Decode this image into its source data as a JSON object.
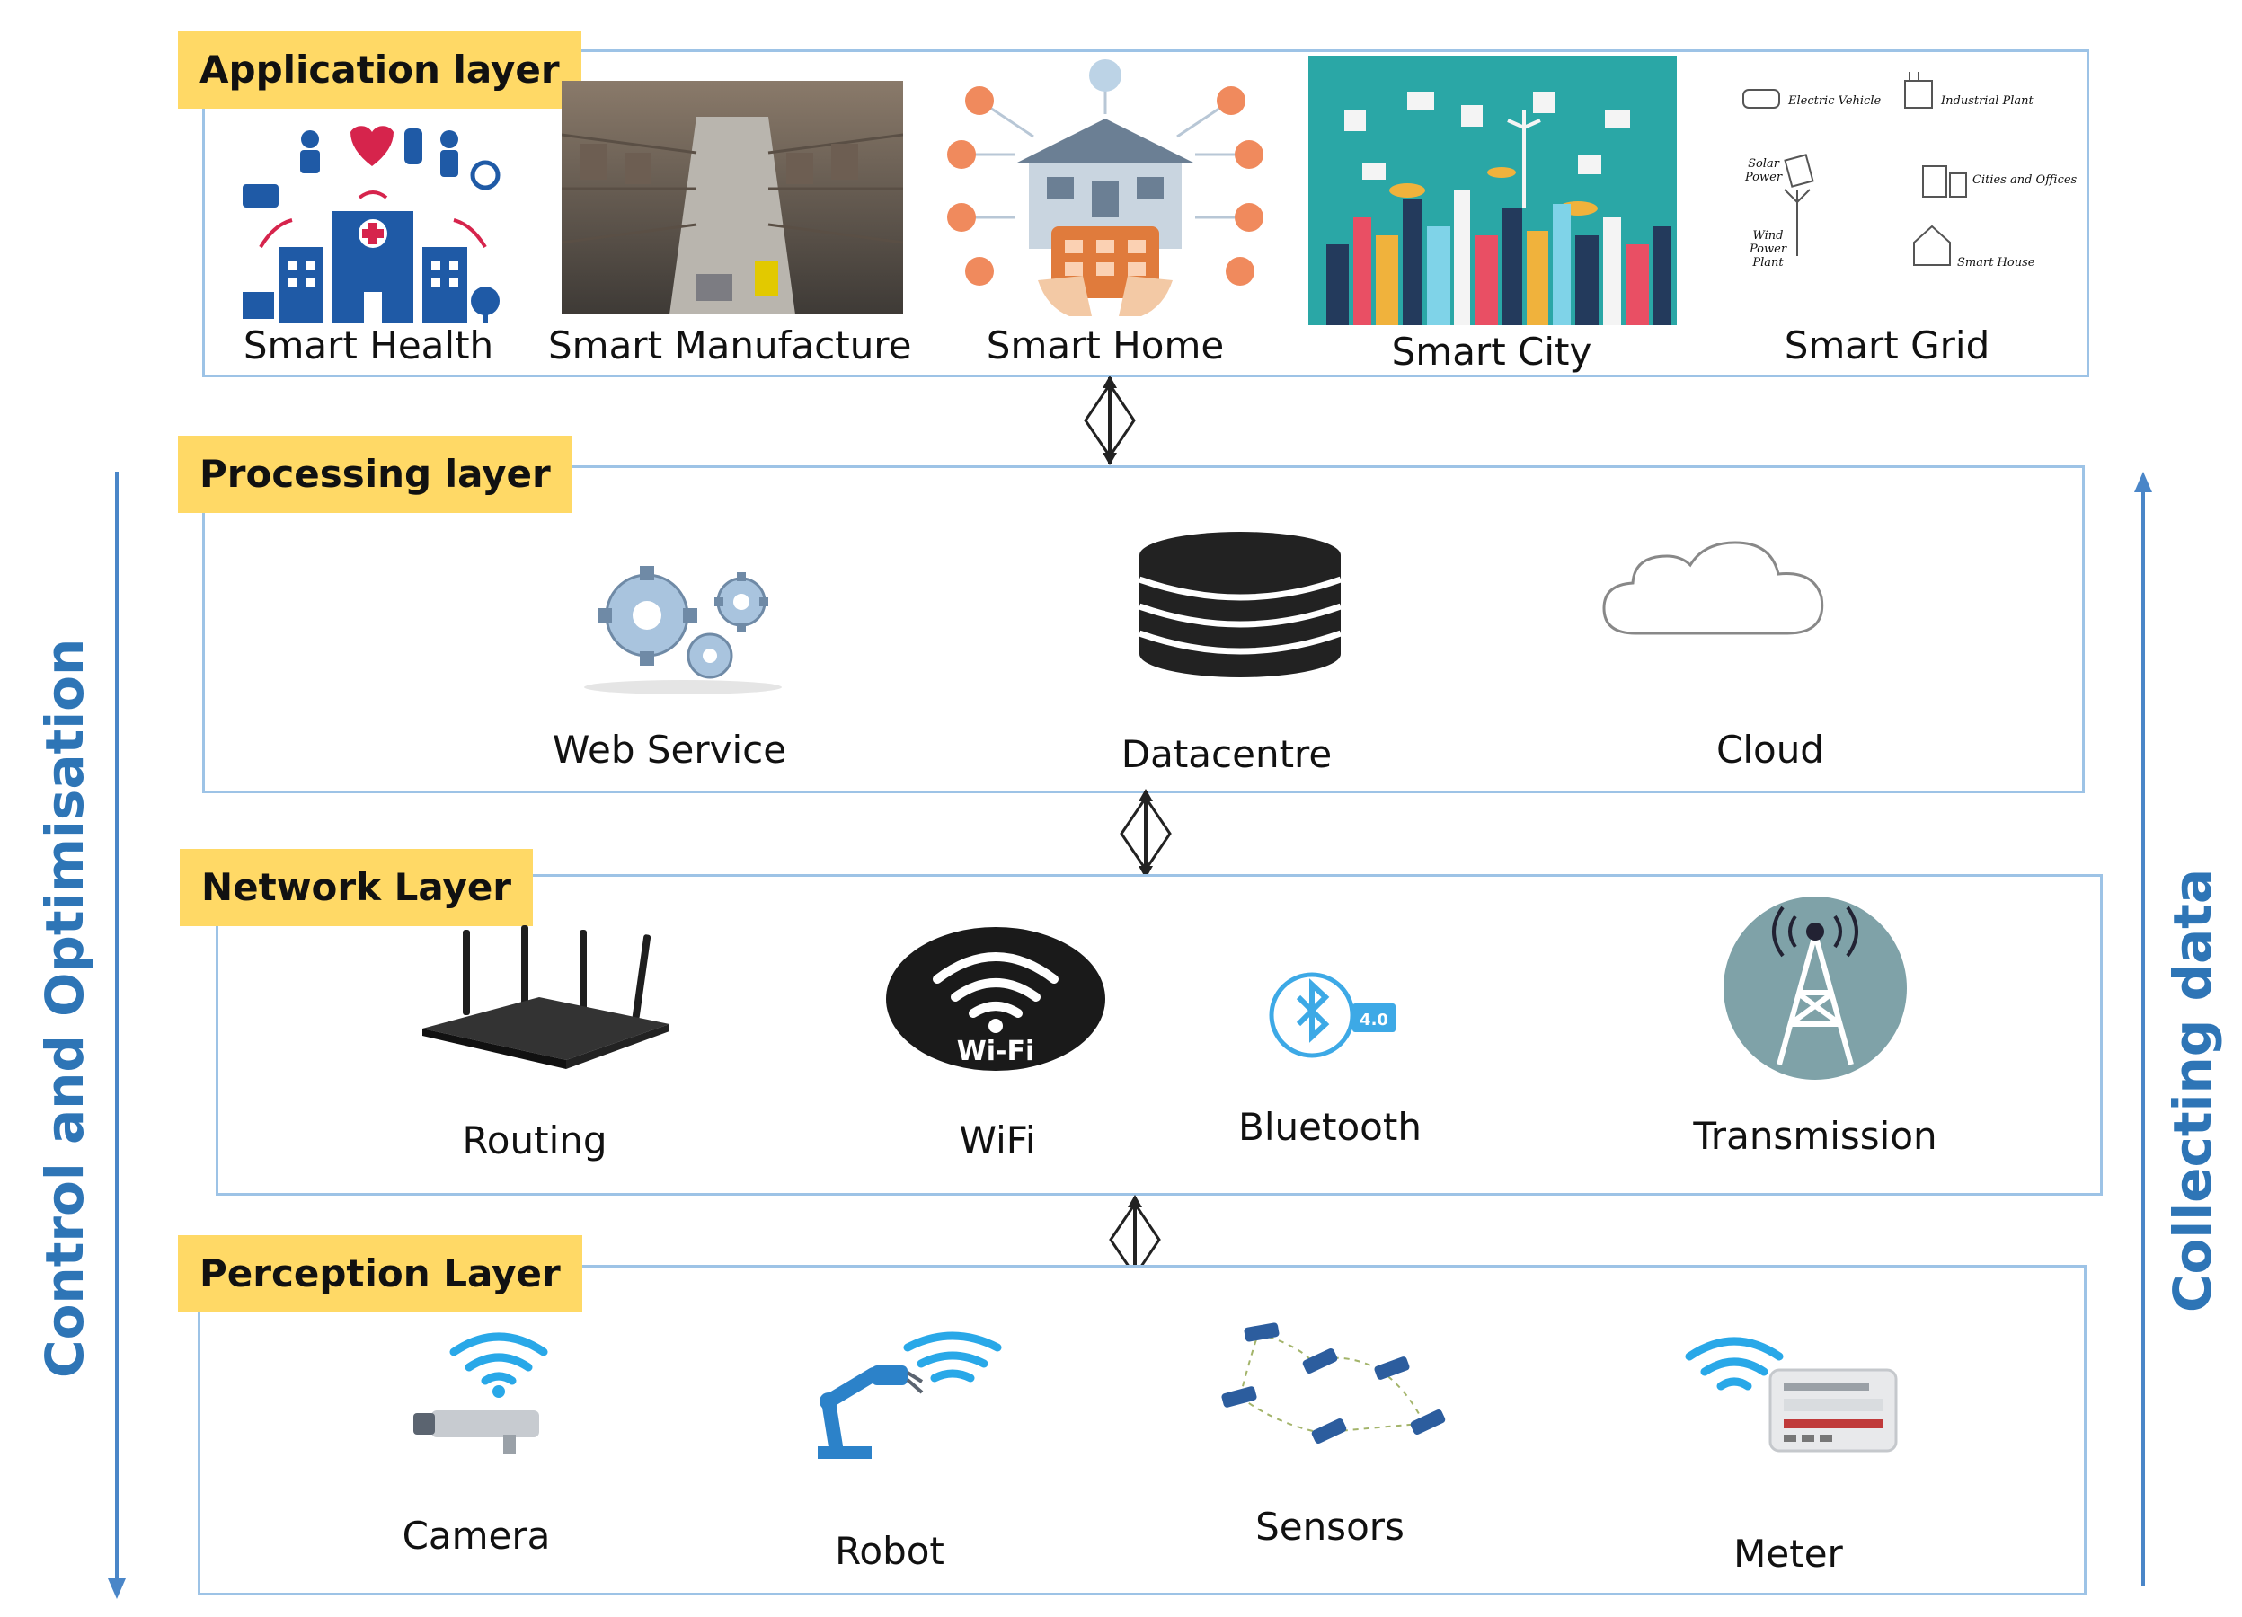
{
  "side": {
    "left_label": "Control  and Optimisation",
    "right_label": "Collecting  data"
  },
  "layers": {
    "application": {
      "title": "Application layer",
      "items": [
        "Smart Health",
        "Smart Manufacture",
        "Smart Home",
        "Smart City",
        "Smart Grid"
      ],
      "grid_labels": [
        "Electric Vehicle",
        "Industrial Plant",
        "Solar Power",
        "Cities and Offices",
        "Wind Power Plant",
        "Smart House"
      ]
    },
    "processing": {
      "title": "Processing layer",
      "items": [
        "Web Service",
        "Datacentre",
        "Cloud"
      ]
    },
    "network": {
      "title": "Network Layer",
      "items": [
        "Routing",
        "WiFi",
        "Bluetooth",
        "Transmission"
      ],
      "wifi_badge": "Wi-Fi",
      "bt_badge": "4.0"
    },
    "perception": {
      "title": "Perception Layer",
      "items": [
        "Camera",
        "Robot",
        "Sensors",
        "Meter"
      ]
    }
  },
  "colors": {
    "box_border": "#9dc3e6",
    "tag_fill": "#ffd966",
    "side_text": "#2e75b6",
    "icon_blue": "#1f5aa6",
    "wifi_blue": "#29a8e8"
  }
}
